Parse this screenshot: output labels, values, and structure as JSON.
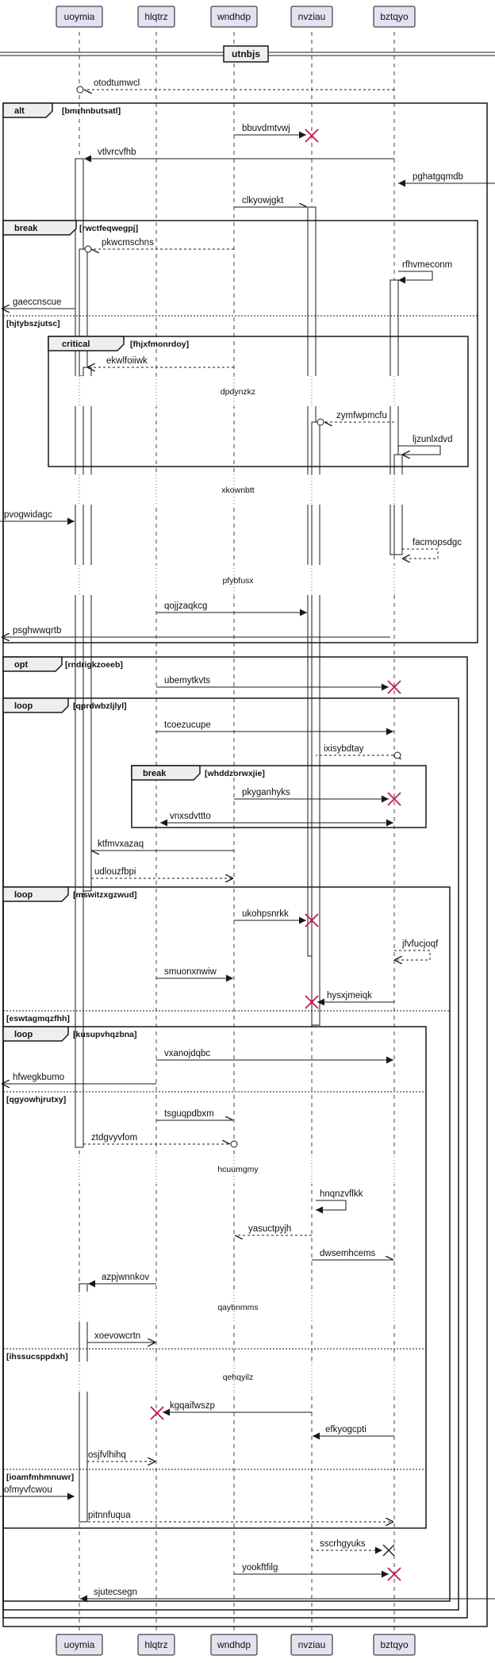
{
  "participants": [
    {
      "id": "uoymia",
      "label": "uoymia"
    },
    {
      "id": "hlqtrz",
      "label": "hlqtrz"
    },
    {
      "id": "wndhdp",
      "label": "wndhdp"
    },
    {
      "id": "nvziau",
      "label": "nvziau"
    },
    {
      "id": "bztqyo",
      "label": "bztqyo"
    }
  ],
  "divider_title": "utnbjs",
  "messages": [
    {
      "id": "m1",
      "text": "otodtumwcl"
    },
    {
      "id": "m2",
      "text": "bbuvdmtvwj"
    },
    {
      "id": "m3",
      "text": "vtlvrcvfhb"
    },
    {
      "id": "m4",
      "text": "pghatgqmdb"
    },
    {
      "id": "m5",
      "text": "clkyowjgkt"
    },
    {
      "id": "m6",
      "text": "pkwcmschns"
    },
    {
      "id": "m7",
      "text": "rfhvmeconm"
    },
    {
      "id": "m8",
      "text": "gaeccnscue"
    },
    {
      "id": "m9",
      "text": "ekwlfoiiwk"
    },
    {
      "id": "m10",
      "text": "zymfwpmcfu"
    },
    {
      "id": "m11",
      "text": "ljzunlxdvd"
    },
    {
      "id": "m12",
      "text": "pvogwidagc"
    },
    {
      "id": "m13",
      "text": "facmopsdgc"
    },
    {
      "id": "m14",
      "text": "qojjzaqkcg"
    },
    {
      "id": "m15",
      "text": "psghwwqrtb"
    },
    {
      "id": "m16",
      "text": "ubemytkvts"
    },
    {
      "id": "m17",
      "text": "tcoezucupe"
    },
    {
      "id": "m18",
      "text": "ixisybdtay"
    },
    {
      "id": "m19",
      "text": "pkyganhyks"
    },
    {
      "id": "m20",
      "text": "vnxsdvttto"
    },
    {
      "id": "m21",
      "text": "ktfmvxazaq"
    },
    {
      "id": "m22",
      "text": "udlouzfbpi"
    },
    {
      "id": "m23",
      "text": "ukohpsnrkk"
    },
    {
      "id": "m24",
      "text": "jfvfucjoqf"
    },
    {
      "id": "m25",
      "text": "smuonxnwiw"
    },
    {
      "id": "m26",
      "text": "hysxjmeiqk"
    },
    {
      "id": "m27",
      "text": "vxanojdqbc"
    },
    {
      "id": "m28",
      "text": "hfwegkbumo"
    },
    {
      "id": "m29",
      "text": "tsguqpdbxm"
    },
    {
      "id": "m30",
      "text": "ztdgvyvfom"
    },
    {
      "id": "m31",
      "text": "hnqnzvflkk"
    },
    {
      "id": "m32",
      "text": "yasuctpyjh"
    },
    {
      "id": "m33",
      "text": "dwsemhcems"
    },
    {
      "id": "m34",
      "text": "azpjwnnkov"
    },
    {
      "id": "m35",
      "text": "xoevowcrtn"
    },
    {
      "id": "m36",
      "text": "kgqaifwszp"
    },
    {
      "id": "m37",
      "text": "efkyogcpti"
    },
    {
      "id": "m38",
      "text": "osjfvlhihq"
    },
    {
      "id": "m39",
      "text": "ofmyvfcwou"
    },
    {
      "id": "m40",
      "text": "pitnnfuqua"
    },
    {
      "id": "m41",
      "text": "sscrhgyuks"
    },
    {
      "id": "m42",
      "text": "yookftfilg"
    },
    {
      "id": "m43",
      "text": "sjutecsegn"
    }
  ],
  "delays": [
    {
      "id": "d1",
      "text": "dpdynzkz"
    },
    {
      "id": "d2",
      "text": "xkownbtt"
    },
    {
      "id": "d3",
      "text": "pfybfusx"
    },
    {
      "id": "d4",
      "text": "hcuumgmy"
    },
    {
      "id": "d5",
      "text": "qaybnmms"
    },
    {
      "id": "d6",
      "text": "qehqyilz"
    }
  ],
  "fragments": [
    {
      "id": "f_alt",
      "keyword": "alt",
      "condition": "[bmrhnbutsatl]"
    },
    {
      "id": "f_break1",
      "keyword": "break",
      "condition": "[rwctfeqwegpj]"
    },
    {
      "id": "f_else1",
      "condition": "[hjtybszjutsc]"
    },
    {
      "id": "f_critical",
      "keyword": "critical",
      "condition": "[fhjxfmonrdoy]"
    },
    {
      "id": "f_opt",
      "keyword": "opt",
      "condition": "[rndrigkzoeeb]"
    },
    {
      "id": "f_loop1",
      "keyword": "loop",
      "condition": "[qprdwbzljlyl]"
    },
    {
      "id": "f_break2",
      "keyword": "break",
      "condition": "[whddzorwxjie]"
    },
    {
      "id": "f_loop2",
      "keyword": "loop",
      "condition": "[mswitzxgzwud]"
    },
    {
      "id": "f_else2",
      "condition": "[eswtagmqzfhh]"
    },
    {
      "id": "f_loop3",
      "keyword": "loop",
      "condition": "[kusupvhqzbna]"
    },
    {
      "id": "f_else3",
      "condition": "[qgyowhjrutxy]"
    },
    {
      "id": "f_else4",
      "condition": "[ihssucsppdxh]"
    },
    {
      "id": "f_else5",
      "condition": "[ioamfmhmnuwr]"
    }
  ]
}
